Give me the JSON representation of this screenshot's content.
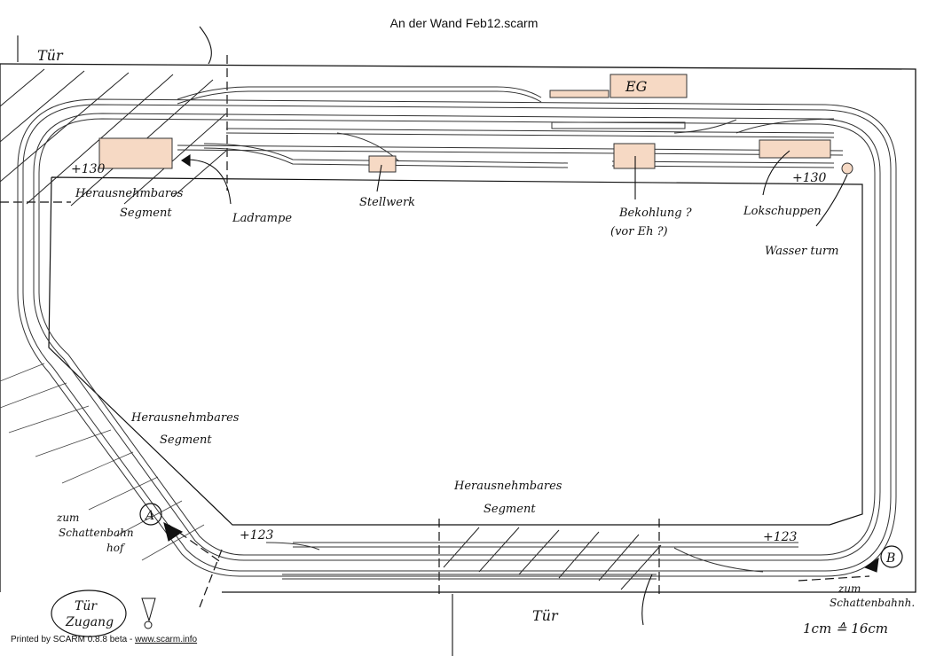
{
  "title": "An der Wand Feb12.scarm",
  "footer": {
    "prefix": "Printed by SCARM 0.8.8 beta - ",
    "link": "www.scarm.info"
  },
  "labels": {
    "eg": "EG",
    "tuer_top": "Tür",
    "tuer_bottom": "Tür",
    "tuer_zugang_1": "Tür",
    "tuer_zugang_2": "Zugang",
    "plus130_left": "+130",
    "plus130_right": "+130",
    "plus123_left": "+123",
    "plus123_right": "+123",
    "herausnehmbares_1a": "Herausnehmbares",
    "herausnehmbares_1b": "Segment",
    "herausnehmbares_2a": "Herausnehmbares",
    "herausnehmbares_2b": "Segment",
    "herausnehmbares_3a": "Herausnehmbares",
    "herausnehmbares_3b": "Segment",
    "ladrampe": "Ladrampe",
    "stellwerk": "Stellwerk",
    "bekohlung_1": "Bekohlung ?",
    "bekohlung_2": "(vor Eh ?)",
    "lokschuppen": "Lokschuppen",
    "wasserturm": "Wasser turm",
    "marker_a": "A",
    "marker_b": "B",
    "zum_schatten_left_1": "zum",
    "zum_schatten_left_2": "Schattenbahn",
    "zum_schatten_left_3": "hof",
    "zum_schatten_right_1": "zum",
    "zum_schatten_right_2": "Schattenbahnh.",
    "scale": "1cm ≙ 16cm"
  },
  "colors": {
    "building_fill": "#f6d9c4",
    "track": "#333333",
    "ink": "#111111"
  }
}
